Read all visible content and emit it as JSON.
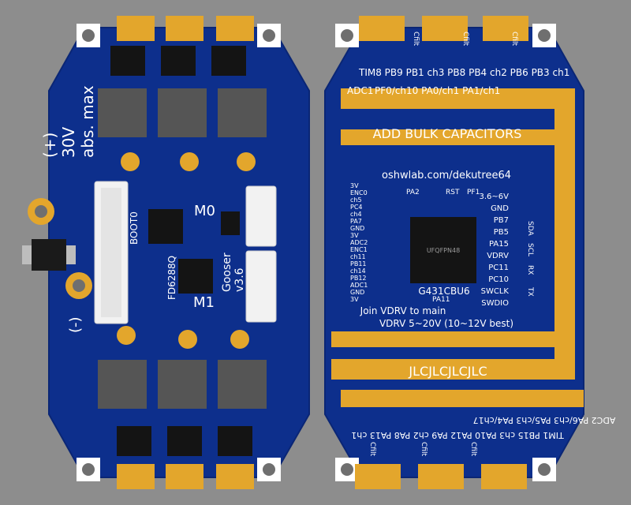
{
  "colors": {
    "background": "#8d8d8d",
    "pcb": "#0d2f8c",
    "pcb_dark": "#0a2675",
    "silk": "#ffffff",
    "copper": "#e3a62c",
    "copper_dark": "#b67e15",
    "chip": "#141414",
    "connector": "#f2f2f2"
  },
  "front": {
    "voltage_label": "(+)\n30V\nabs. max",
    "minus_label": "(-)",
    "boot0_label": "BOOT0",
    "m0_label": "M0",
    "m1_label": "M1",
    "fd_label": "FD6288Q",
    "gooser_label": "Gooser\nv3.6"
  },
  "back": {
    "cfilt_label": "Cfilt",
    "top_pins": [
      "TIM8",
      "PB9",
      "PB1",
      "ch3",
      "PB8",
      "PB4",
      "ch2",
      "PB6",
      "PB3",
      "ch1"
    ],
    "adc1_label": "ADC1",
    "adc1_pins": "PF0/ch10 PA0/ch1 PA1/ch1",
    "bulk_label": "ADD BULK CAPACITORS",
    "url_label": "oshwlab.com/dekutree64",
    "left_pins": [
      "3V",
      "ENC0",
      "ch5",
      "PC4",
      "ch4",
      "PA7",
      "GND",
      "3V",
      "ADC2",
      "ENC1",
      "ch11",
      "PB11",
      "ch14",
      "PB12",
      "ADC1",
      "GND",
      "3V"
    ],
    "right_pins": [
      "3.6~6V",
      "GND",
      "PB7",
      "PB5",
      "PA15",
      "VDRV",
      "PC11",
      "PC10",
      "SWCLK",
      "SWDIO"
    ],
    "right_side": [
      "SDA",
      "SCL",
      "RX",
      "TX"
    ],
    "small_labels": [
      "PA2",
      "RST",
      "PF1",
      "PA11"
    ],
    "mcu_marking": "UFQFPN48",
    "mcu_label": "G431CBU6",
    "join_label": "Join VDRV to main",
    "vdrv_label": "VDRV 5~20V (10~12V best)",
    "jlc_label": "JLCJLCJLCJLC",
    "adc2_bottom": "ADC2 PA6/ch3 PA5/ch3 PA4/ch17",
    "tim1_bottom": [
      "TIM1",
      "PB15",
      "ch3",
      "PA10",
      "PA12",
      "PA9",
      "ch2",
      "PA8",
      "PA13",
      "ch1"
    ]
  }
}
